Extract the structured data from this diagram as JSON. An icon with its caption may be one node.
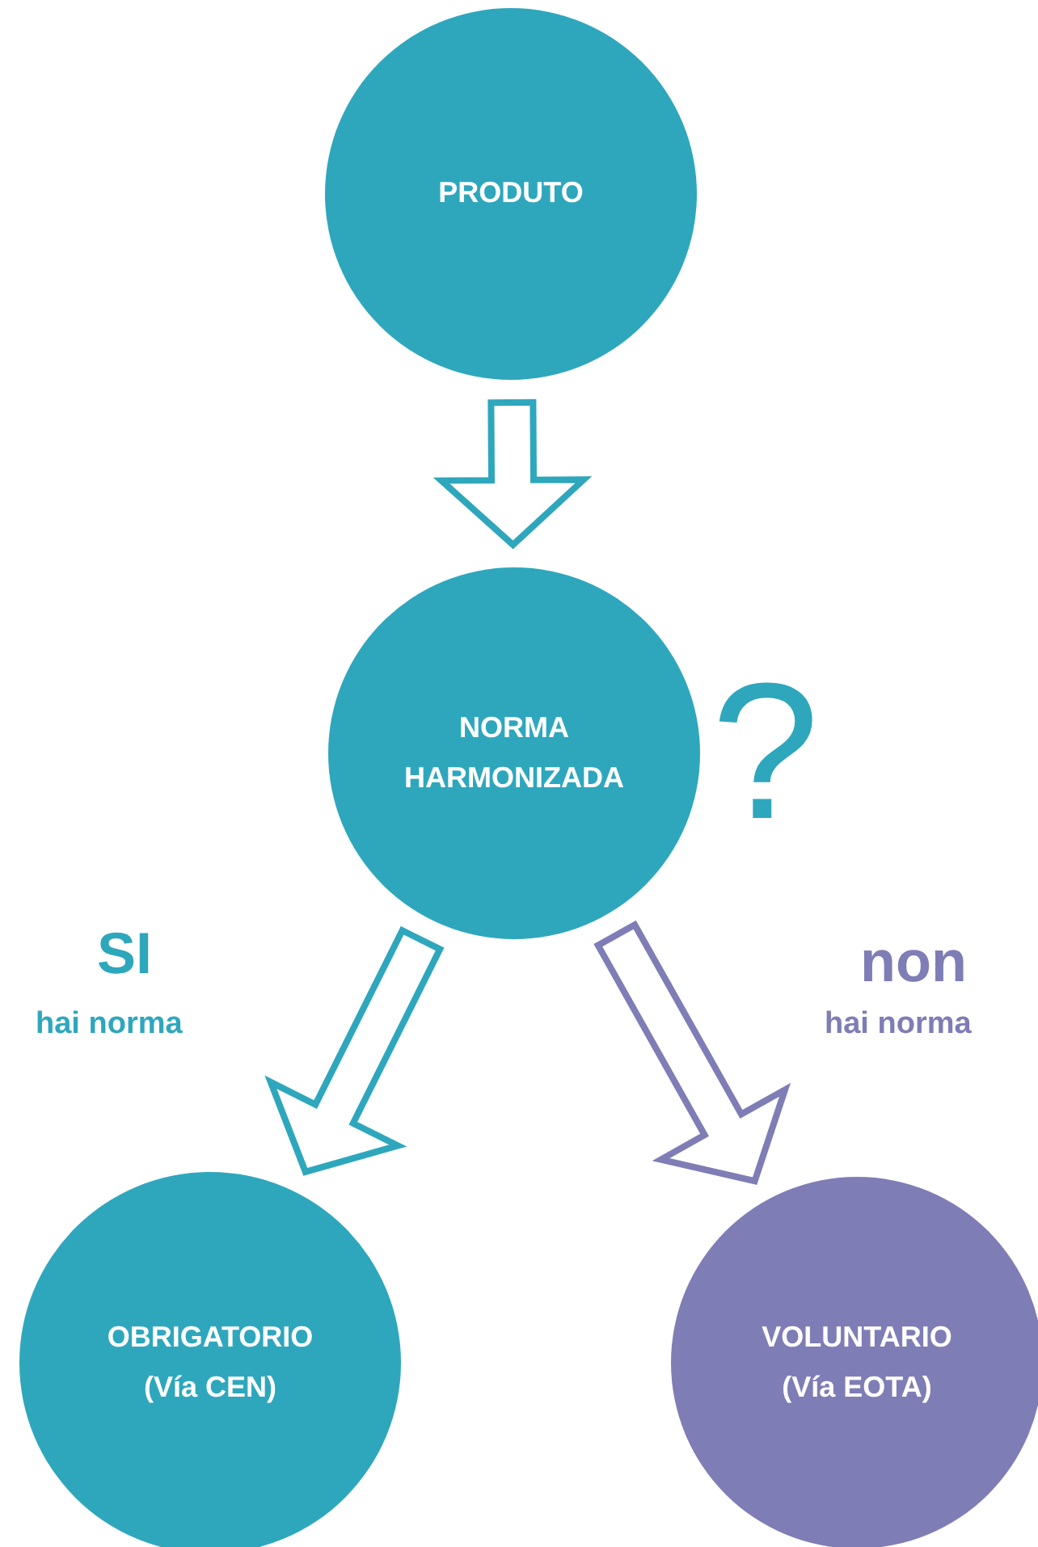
{
  "diagram": {
    "nodes": [
      {
        "text": [
          "PRODUTO"
        ]
      },
      {
        "text": [
          "NORMA HARMONIZADA"
        ]
      },
      {
        "text": [
          "OBRIGATORIO (Vía CEN)"
        ]
      },
      {
        "text": [
          "VOLUNTARIO (Vía EOTA)"
        ]
      }
    ],
    "edges": [
      {
        "from": 0,
        "to": 1,
        "arrow": "to"
      },
      {
        "from": 1,
        "to": 2,
        "arrow": "to"
      },
      {
        "from": 1,
        "to": 3,
        "arrow": "to",
        "color": "#7f7db5"
      }
    ],
    "labels": [
      "?",
      "SI",
      "hai norma",
      "non",
      "hai norma"
    ]
  }
}
